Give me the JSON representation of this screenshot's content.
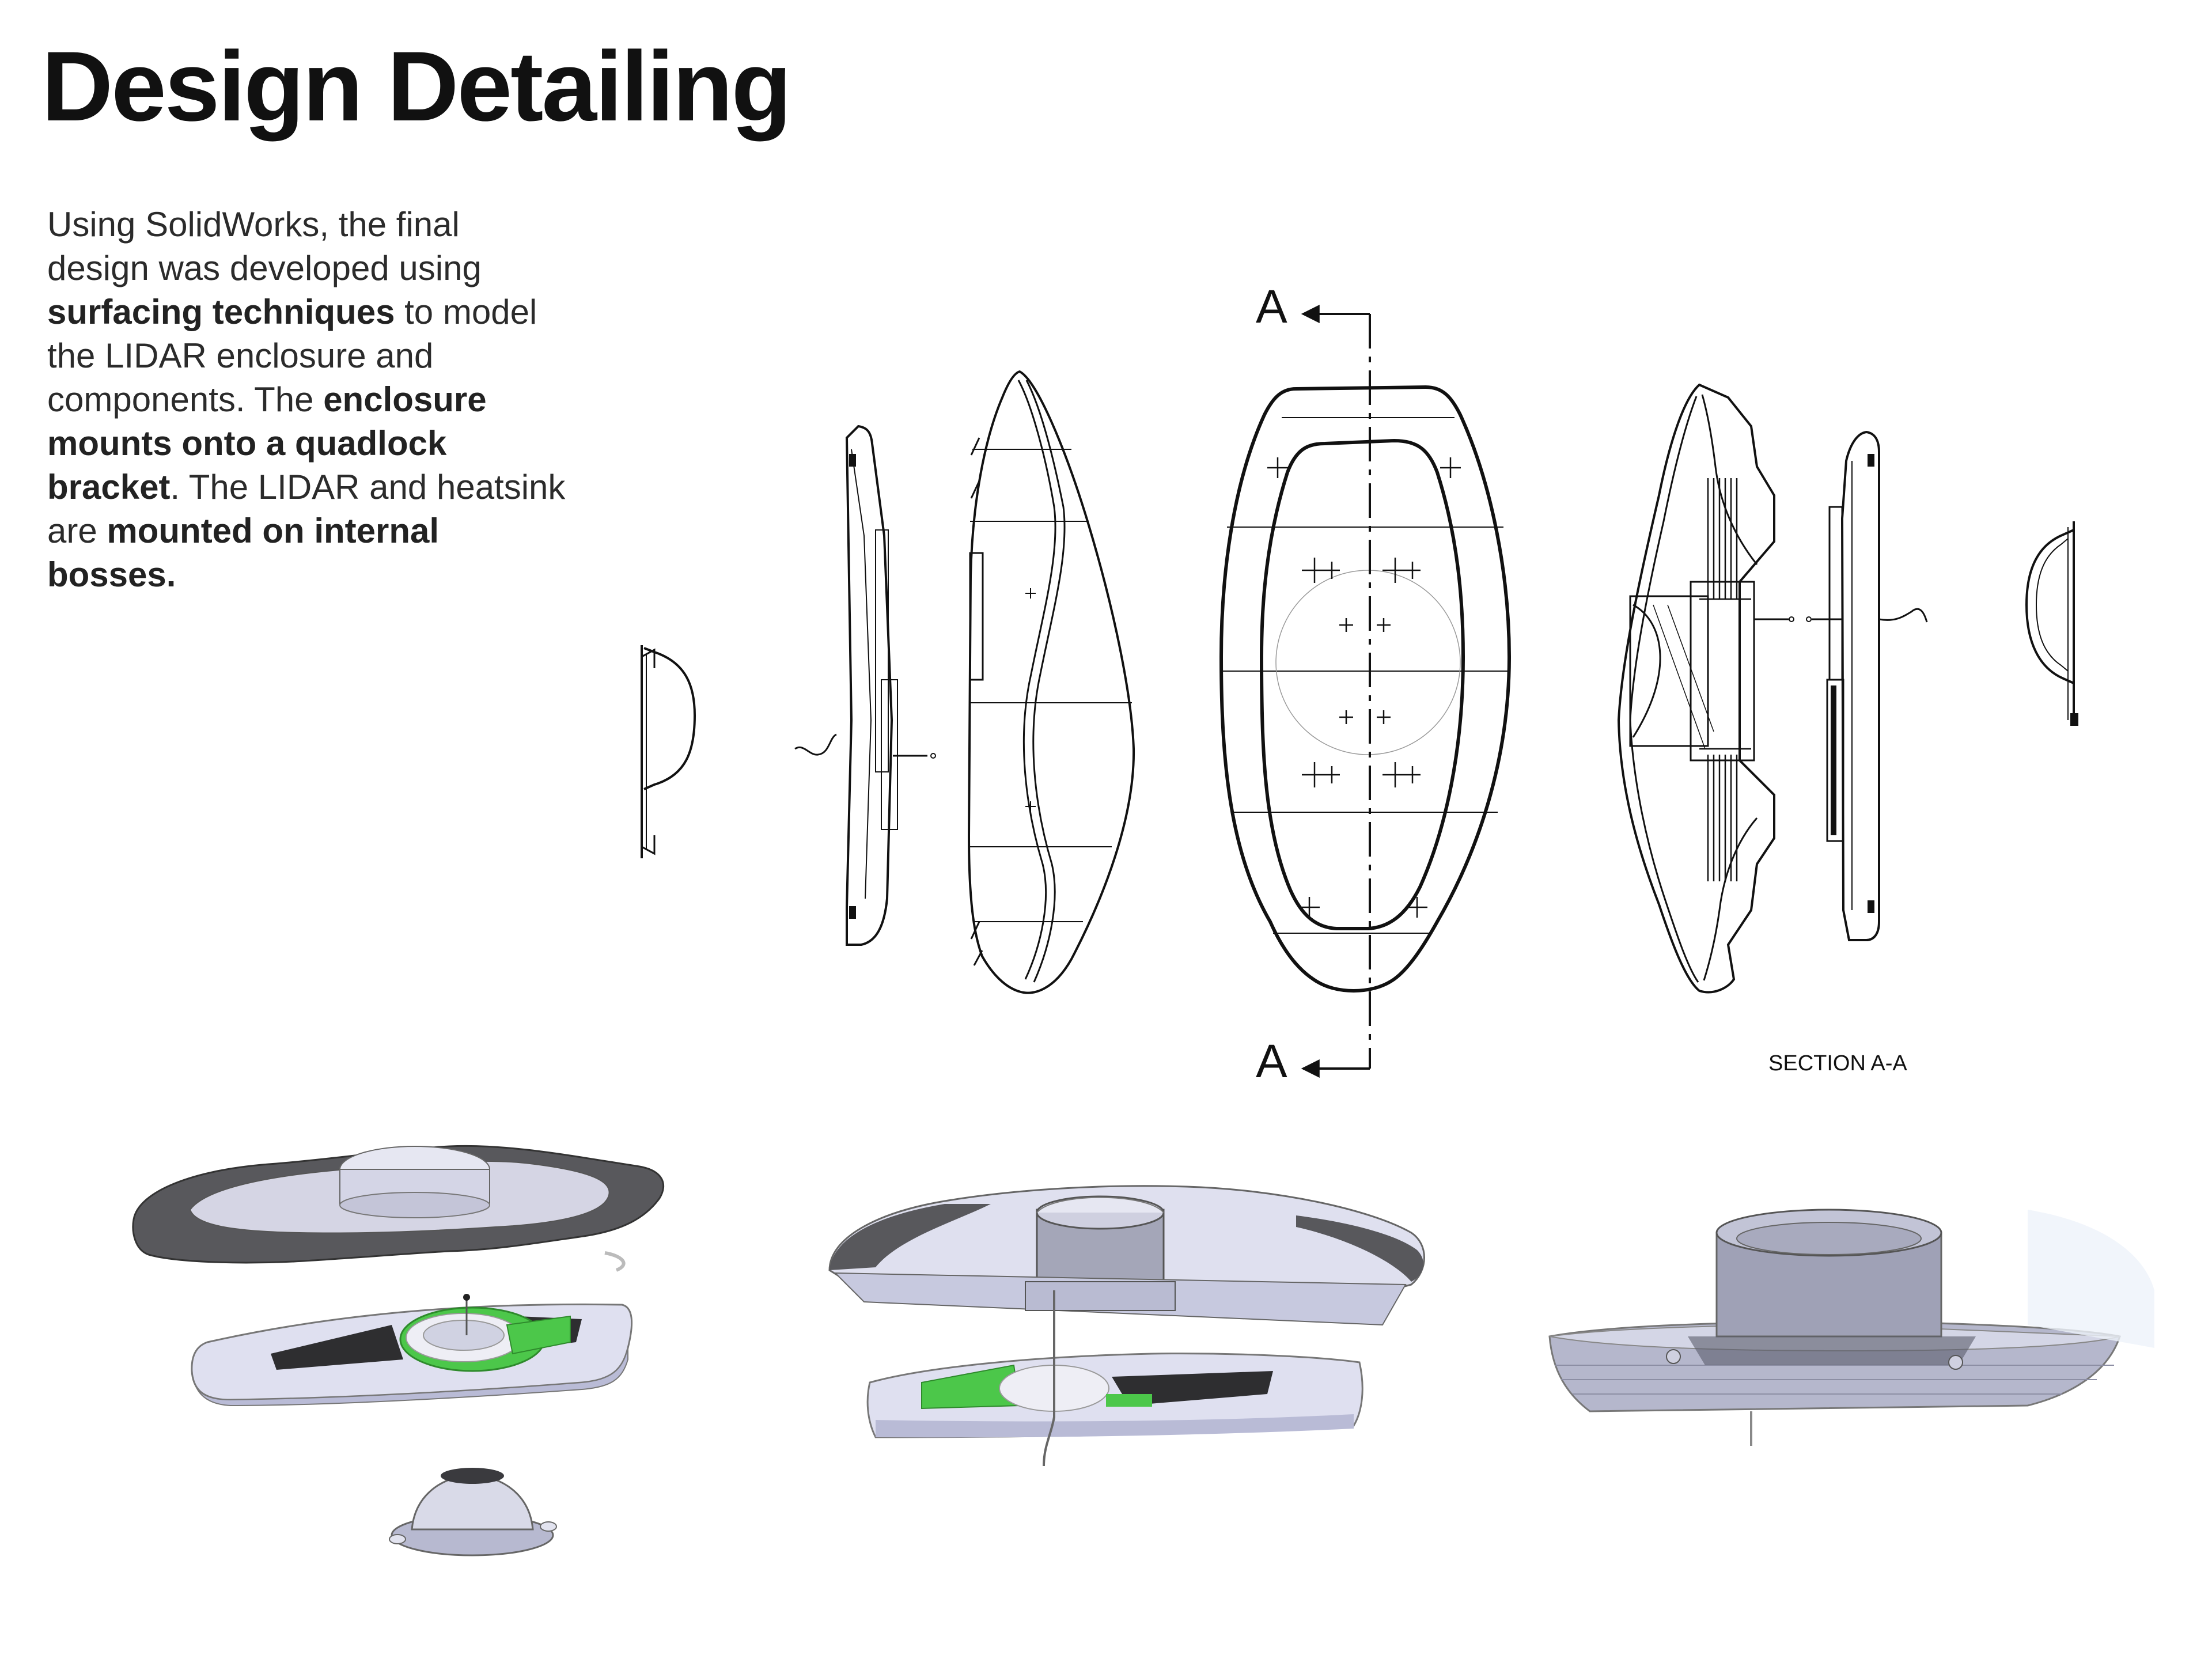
{
  "title": "Design Detailing",
  "description": {
    "p1": "Using SolidWorks, the final design was developed using ",
    "b1": "surfacing techniques",
    "p2": " to model the LIDAR enclosure and components. The ",
    "b2": "enclosure mounts onto a quadlock bracket",
    "p3": ". The LIDAR and heatsink are ",
    "b3": "mounted on",
    "p4": " ",
    "b4": "internal bosses."
  },
  "drawing": {
    "section_letter_top": "A",
    "section_letter_bottom": "A",
    "section_caption": "SECTION A-A"
  },
  "colors": {
    "text_dark": "#111111",
    "body_text": "#2b2b2b",
    "line": "#111111",
    "shell_dark": "#5a5a5e",
    "lavender": "#c9cbe6",
    "lavender_light": "#e3e4f3",
    "accent_green": "#4cc74a"
  }
}
